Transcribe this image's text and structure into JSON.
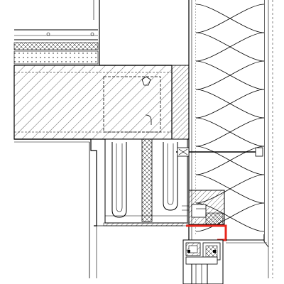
{
  "drawing": {
    "accent_color": "#e8261c",
    "line_color": "#000000",
    "background_color": "#ffffff",
    "components": [
      "insulation-batt",
      "concrete-slab",
      "screed",
      "window-frame",
      "membrane",
      "sealant",
      "anchor-bolt",
      "ceiling-suspension-hangers",
      "wall-studs"
    ]
  }
}
